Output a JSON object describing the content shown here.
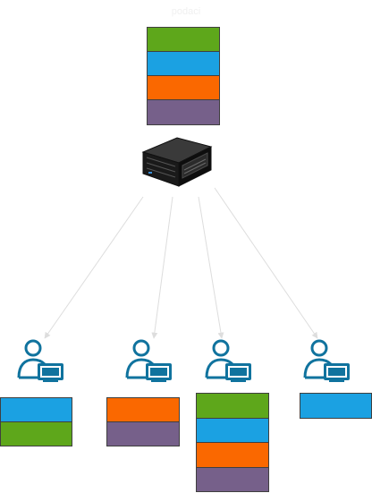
{
  "diagram": {
    "title": "podaci",
    "colors": {
      "green": "#5ea71b",
      "blue": "#1ba1e2",
      "orange": "#fa6800",
      "purple": "#76608a",
      "arrow": "#dddddd",
      "icon": "#10739e",
      "server": "#1e1e1e"
    },
    "server": {
      "icon": "server-icon"
    },
    "clients": [
      {
        "icon": "user-computer-icon",
        "blocks": [
          "blue",
          "green"
        ]
      },
      {
        "icon": "user-computer-icon",
        "blocks": [
          "orange",
          "purple"
        ]
      },
      {
        "icon": "user-computer-icon",
        "blocks": [
          "green",
          "blue",
          "orange",
          "purple"
        ]
      },
      {
        "icon": "user-computer-icon",
        "blocks": [
          "blue"
        ]
      }
    ],
    "source_blocks": [
      "green",
      "blue",
      "orange",
      "purple"
    ]
  }
}
